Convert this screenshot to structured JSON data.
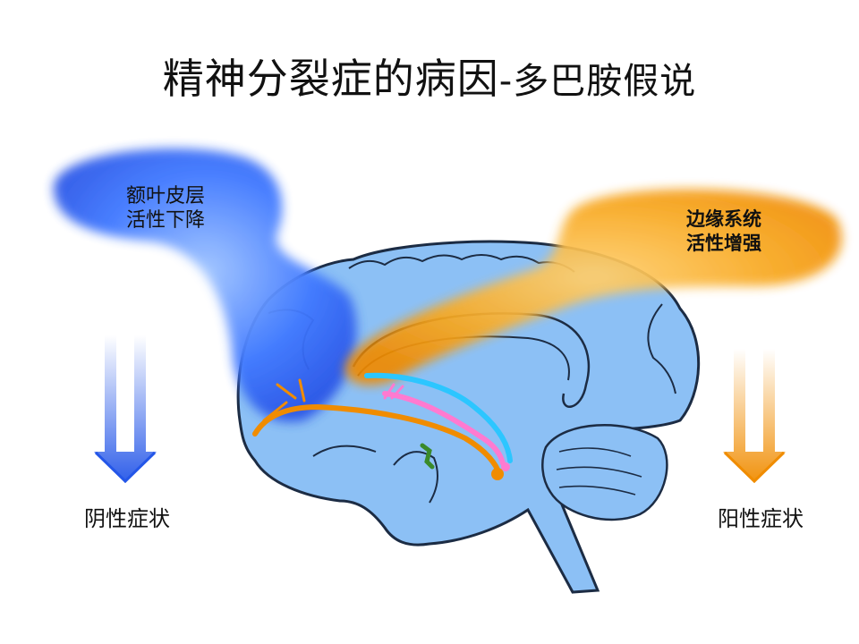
{
  "slide": {
    "title_main": "精神分裂症的病因",
    "title_sub": "-多巴胺假说"
  },
  "left": {
    "cloud_line1": "额叶皮层",
    "cloud_line2": "活性下降",
    "symptom": "阴性症状",
    "color": "#2f6bff"
  },
  "right": {
    "cloud_line1": "边缘系统",
    "cloud_line2": "活性增强",
    "symptom": "阳性症状",
    "color": "#f59a10"
  },
  "brain": {
    "fill": "#8cc0f5",
    "outline": "#1c2c44"
  }
}
